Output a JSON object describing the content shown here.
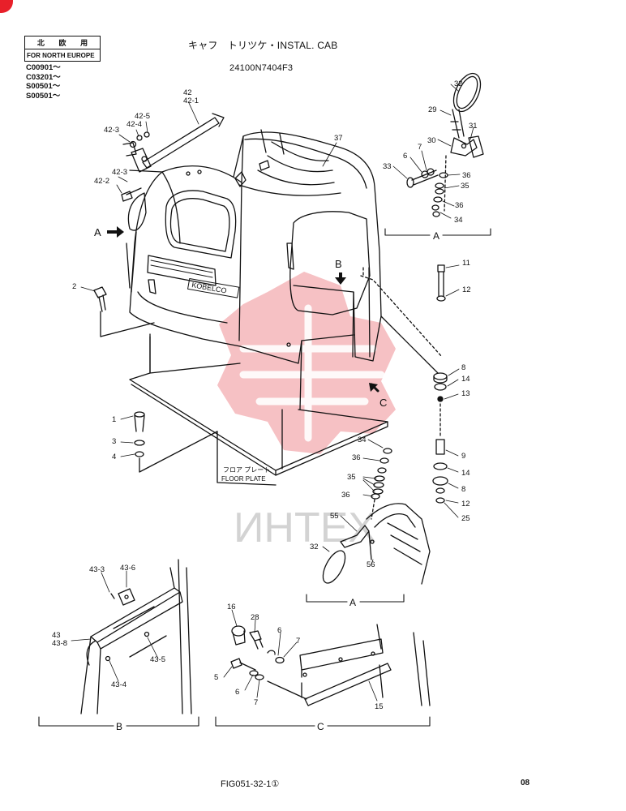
{
  "header": {
    "title": "キャフ　トリツケ・INSTAL. CAB",
    "part_number": "24100N7404F3",
    "region_box": {
      "line1": [
        "北",
        "欧",
        "用"
      ],
      "line2": "FOR NORTH EUROPE"
    },
    "serials": [
      "C00901～",
      "C03201～",
      "S00501～",
      "S00501～"
    ]
  },
  "callouts": [
    {
      "text": "42"
    },
    {
      "text": "42-1"
    },
    {
      "text": "42-5"
    },
    {
      "text": "42-4"
    },
    {
      "text": "42-3"
    },
    {
      "text": "42-3"
    },
    {
      "text": "42-2"
    },
    {
      "text": "37"
    },
    {
      "text": "2"
    },
    {
      "text": "1"
    },
    {
      "text": "3"
    },
    {
      "text": "4"
    },
    {
      "text": "32"
    },
    {
      "text": "29"
    },
    {
      "text": "31"
    },
    {
      "text": "30"
    },
    {
      "text": "7"
    },
    {
      "text": "6"
    },
    {
      "text": "33"
    },
    {
      "text": "36"
    },
    {
      "text": "35"
    },
    {
      "text": "36"
    },
    {
      "text": "34"
    },
    {
      "text": "11"
    },
    {
      "text": "12"
    },
    {
      "text": "8"
    },
    {
      "text": "14"
    },
    {
      "text": "13"
    },
    {
      "text": "9"
    },
    {
      "text": "14"
    },
    {
      "text": "8"
    },
    {
      "text": "12"
    },
    {
      "text": "25"
    },
    {
      "text": "34"
    },
    {
      "text": "36"
    },
    {
      "text": "35"
    },
    {
      "text": "36"
    },
    {
      "text": "55"
    },
    {
      "text": "32"
    },
    {
      "text": "56"
    },
    {
      "text": "43-3"
    },
    {
      "text": "43-6"
    },
    {
      "text": "43"
    },
    {
      "text": "43-8"
    },
    {
      "text": "43-5"
    },
    {
      "text": "43-4"
    },
    {
      "text": "16"
    },
    {
      "text": "28"
    },
    {
      "text": "6"
    },
    {
      "text": "7"
    },
    {
      "text": "5"
    },
    {
      "text": "6"
    },
    {
      "text": "7"
    },
    {
      "text": "15"
    }
  ],
  "view_arrows": [
    "A",
    "B",
    "C"
  ],
  "view_labels": [
    "A",
    "A",
    "B",
    "C"
  ],
  "floor_plate": {
    "jp": "フロア プレート",
    "en": "FLOOR PLATE"
  },
  "brand_on_cab": "KOBELCO",
  "watermark": "ИНТЕХ",
  "footer": {
    "fig": "FIG051-32-1①",
    "page": "08"
  },
  "colors": {
    "ink": "#111111",
    "watermark": "#f2b0b4",
    "corner_mark": "#e8202a"
  }
}
